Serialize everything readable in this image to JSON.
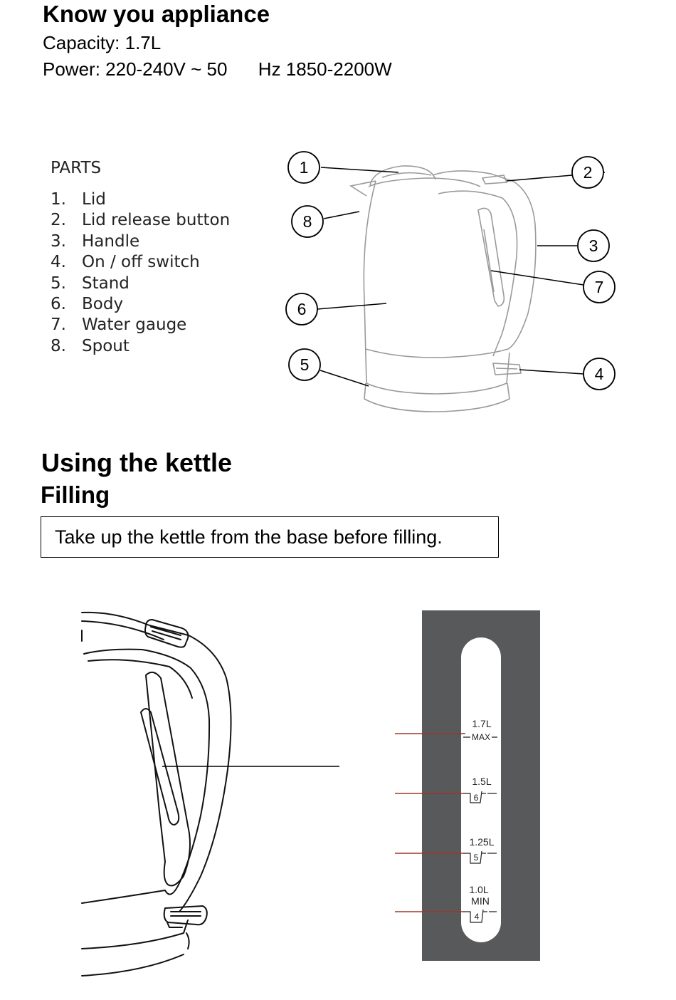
{
  "header": {
    "title": "Know you   appliance",
    "capacity": "Capacity: 1.7L",
    "power": "Power: 220-240V ~ 50      Hz 1850-2200W"
  },
  "parts": {
    "title": "PARTS",
    "items": [
      {
        "num": "1.",
        "label": "Lid"
      },
      {
        "num": "2.",
        "label": "Lid release button"
      },
      {
        "num": "3.",
        "label": "Handle"
      },
      {
        "num": "4.",
        "label": "On / off switch"
      },
      {
        "num": "5.",
        "label": "Stand"
      },
      {
        "num": "6.",
        "label": "Body"
      },
      {
        "num": "7.",
        "label": "Water gauge"
      },
      {
        "num": "8.",
        "label": "Spout"
      }
    ]
  },
  "diagram": {
    "callouts": [
      "1",
      "2",
      "3",
      "4",
      "5",
      "6",
      "7",
      "8"
    ]
  },
  "using": {
    "title": "Using the kettle",
    "subtitle": "Filling",
    "notice": "Take up the kettle from the base before filling."
  },
  "gauge": {
    "levels": [
      {
        "volume": "1.7L",
        "mark": "MAX"
      },
      {
        "volume": "1.5L",
        "mark": "6"
      },
      {
        "volume": "1.25L",
        "mark": "5"
      },
      {
        "volume": "1.0L",
        "extra": "MIN",
        "mark": "4"
      }
    ],
    "panel_color": "#58595b",
    "pointer_color": "#a0362a"
  }
}
